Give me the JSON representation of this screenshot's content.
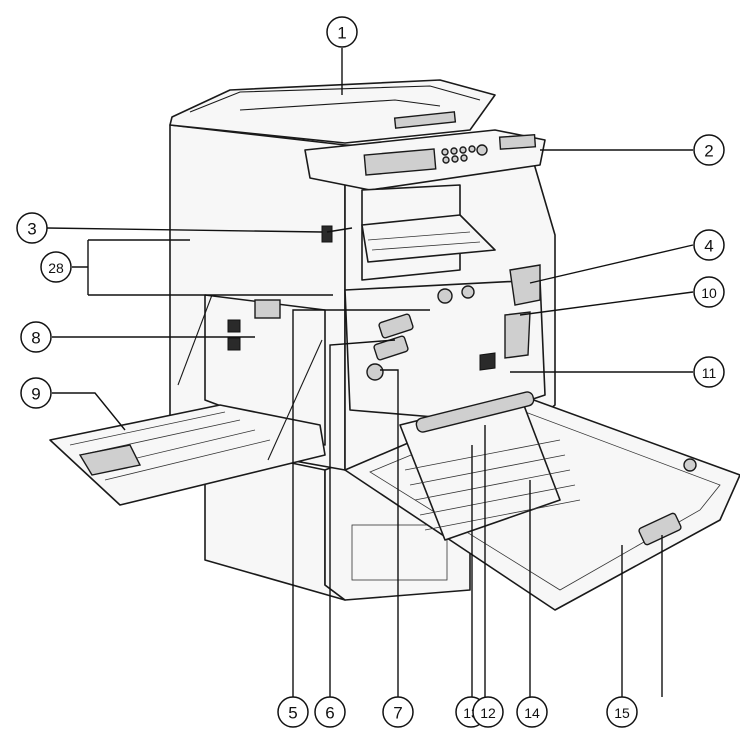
{
  "callouts": [
    {
      "id": "c1",
      "label": "1"
    },
    {
      "id": "c2",
      "label": "2"
    },
    {
      "id": "c3",
      "label": "3"
    },
    {
      "id": "c28",
      "label": "28"
    },
    {
      "id": "c4",
      "label": "4"
    },
    {
      "id": "c10",
      "label": "10"
    },
    {
      "id": "c8",
      "label": "8"
    },
    {
      "id": "c11",
      "label": "11"
    },
    {
      "id": "c9",
      "label": "9"
    },
    {
      "id": "c5",
      "label": "5"
    },
    {
      "id": "c6",
      "label": "6"
    },
    {
      "id": "c7",
      "label": "7"
    },
    {
      "id": "c13",
      "label": "13"
    },
    {
      "id": "c12",
      "label": "12"
    },
    {
      "id": "c14",
      "label": "14"
    },
    {
      "id": "c15",
      "label": "15"
    }
  ]
}
